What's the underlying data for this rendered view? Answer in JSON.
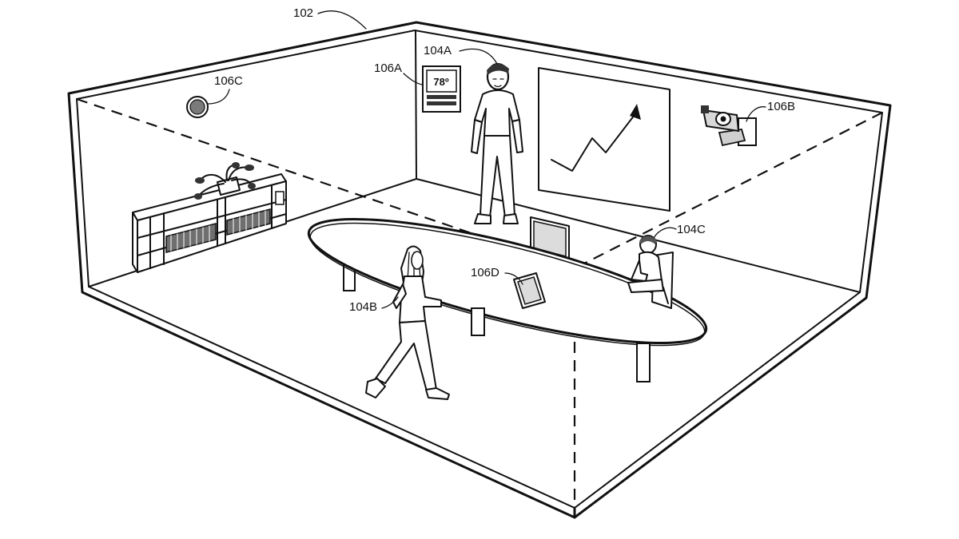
{
  "labels": {
    "room": "102",
    "user_a": "104A",
    "user_b": "104B",
    "user_c": "104C",
    "thermostat": "106A",
    "camera": "106B",
    "smoke_detector": "106C",
    "tablet": "106D"
  },
  "thermostat_display": "78º",
  "colors": {
    "line": "#111111",
    "background": "#ffffff"
  }
}
